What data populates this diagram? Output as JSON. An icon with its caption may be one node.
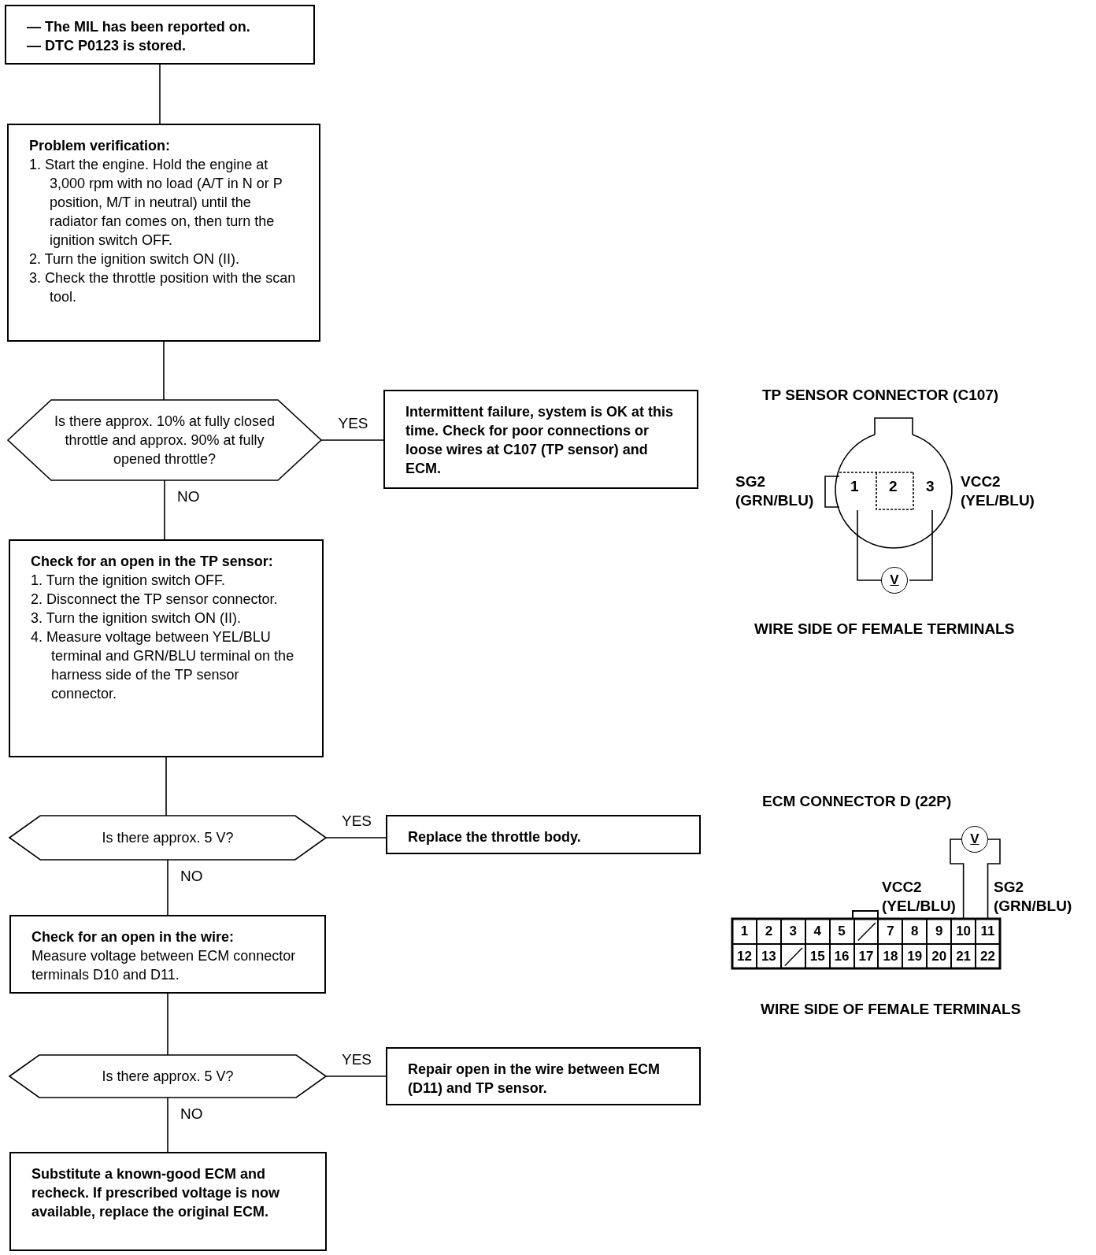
{
  "diagram": {
    "nodes": [
      {
        "text": [
          "— The MIL has been reported on.",
          "— DTC P0123 is stored."
        ]
      },
      {
        "text": [
          "Problem verification:",
          "1. Start the engine. Hold the engine at 3,000 rpm with no load (A/T in N or P position, M/T in neutral) until the radiator fan comes on, then turn the ignition switch OFF.",
          "2. Turn the ignition switch ON (II).",
          "3. Check the throttle position with the scan tool."
        ]
      },
      {
        "text": [
          "Is there approx. 10% at fully closed throttle and approx. 90% at fully opened throttle?"
        ]
      },
      {
        "text": [
          "Intermittent failure, system is OK at this time. Check for poor connections or loose wires at C107 (TP sensor) and ECM."
        ]
      },
      {
        "text": [
          "Check for an open in the TP sensor:",
          "1. Turn the ignition switch OFF.",
          "2. Disconnect the TP sensor connector.",
          "3. Turn the ignition switch ON (II).",
          "4. Measure voltage between YEL/BLU terminal and GRN/BLU terminal on the harness side of the TP sensor connector."
        ]
      },
      {
        "text": [
          "Is there approx. 5 V?"
        ]
      },
      {
        "text": [
          "Replace the throttle body."
        ]
      },
      {
        "text": [
          "Check for an open in the wire:",
          "Measure voltage between ECM connector terminals D10 and D11."
        ]
      },
      {
        "text": [
          "Is there approx. 5 V?"
        ]
      },
      {
        "text": [
          "Repair open in the wire between ECM (D11) and TP sensor."
        ]
      },
      {
        "text": [
          "Substitute a known-good ECM and recheck. If prescribed voltage is now available, replace the original ECM."
        ]
      },
      {
        "text": [
          "V"
        ]
      },
      {
        "text": [
          "10"
        ]
      },
      {
        "text": [
          "11"
        ]
      }
    ],
    "edges": [
      {
        "from": 0,
        "to": 1,
        "arrow": "none"
      },
      {
        "from": 1,
        "to": 2,
        "arrow": "none"
      },
      {
        "from": 2,
        "to": 3,
        "arrow": "none",
        "label": "YES"
      },
      {
        "from": 2,
        "to": 4,
        "arrow": "none",
        "label": "NO"
      },
      {
        "from": 4,
        "to": 5,
        "arrow": "none"
      },
      {
        "from": 5,
        "to": 6,
        "arrow": "none",
        "label": "YES"
      },
      {
        "from": 5,
        "to": 7,
        "arrow": "none",
        "label": "NO"
      },
      {
        "from": 7,
        "to": 8,
        "arrow": "none"
      },
      {
        "from": 8,
        "to": 9,
        "arrow": "none",
        "label": "YES"
      },
      {
        "from": 8,
        "to": 10,
        "arrow": "none",
        "label": "NO"
      },
      {
        "from": 12,
        "to": 11,
        "arrow": "none"
      },
      {
        "from": 11,
        "to": 13,
        "arrow": "none"
      }
    ],
    "labels": [
      "TP SENSOR CONNECTOR (C107)",
      "SG2 (GRN/BLU)",
      "1",
      "2",
      "3",
      "VCC2 (YEL/BLU)",
      "V",
      "WIRE SIDE OF FEMALE TERMINALS",
      "ECM CONNECTOR D (22P)",
      "VCC2 (YEL/BLU)",
      "SG2 (GRN/BLU)",
      "1",
      "2",
      "3",
      "4",
      "5",
      "7",
      "8",
      "9",
      "12",
      "13",
      "15",
      "16",
      "17",
      "18",
      "19",
      "20",
      "21",
      "22",
      "WIRE SIDE OF FEMALE TERMINALS"
    ]
  }
}
